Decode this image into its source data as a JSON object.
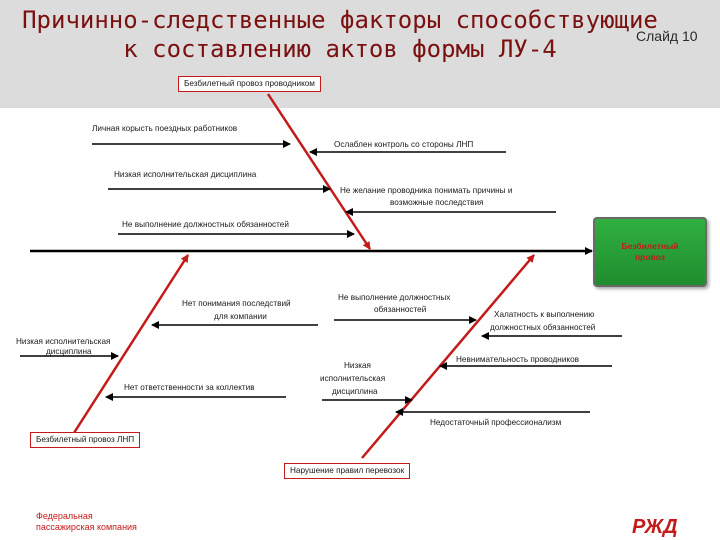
{
  "slide": {
    "title_lines": [
      "Причинно-следственные факторы способствующие",
      "к составлению актов формы  ЛУ-4"
    ],
    "slide_number": "Слайд 10"
  },
  "diagram": {
    "effect": "Безбилетный\nпровоз",
    "top_category": "Безбилетный провоз проводником",
    "causes": {
      "greed": "Личная корысть поездных работников",
      "weak_control": "Ослаблен контроль со стороны ЛНП",
      "low_discipline_top": "Низкая исполнительская дисциплина",
      "unwilling": "Не желание проводника понимать причины и",
      "unwilling_2": "возможные последствия",
      "duties_not_done": "Не выполнение должностных обязанностей",
      "no_understanding": "Нет понимания последствий",
      "no_understanding_2": "для компании",
      "duties_not_done_2": "Не выполнение должностных",
      "duties_not_done_2b": "обязанностей",
      "negligence": "Халатность к выполнению",
      "negligence_2": "должностных обязанностей",
      "low_discipline_left": "Низкая исполнительская",
      "low_discipline_left_2": "дисциплина",
      "inattention": "Невнимательность проводников",
      "no_responsibility": "Нет ответственности за коллектив",
      "low_discipline_mid": "Низкая",
      "low_discipline_mid_2": "исполнительская",
      "low_discipline_mid_3": "дисциплина",
      "low_professionalism": "Недостаточный профессионализм"
    },
    "bottom_left_category": "Безбилетный провоз  ЛНП",
    "bottom_mid_category": "Нарушение правил перевозок"
  },
  "footer": {
    "company": "Федеральная\nпассажирская компания",
    "logo": "РЖД"
  },
  "colors": {
    "spine": "#000000",
    "arrow": "#c41a1a",
    "effect_fill": "#27a03a",
    "title": "#7a1010"
  }
}
